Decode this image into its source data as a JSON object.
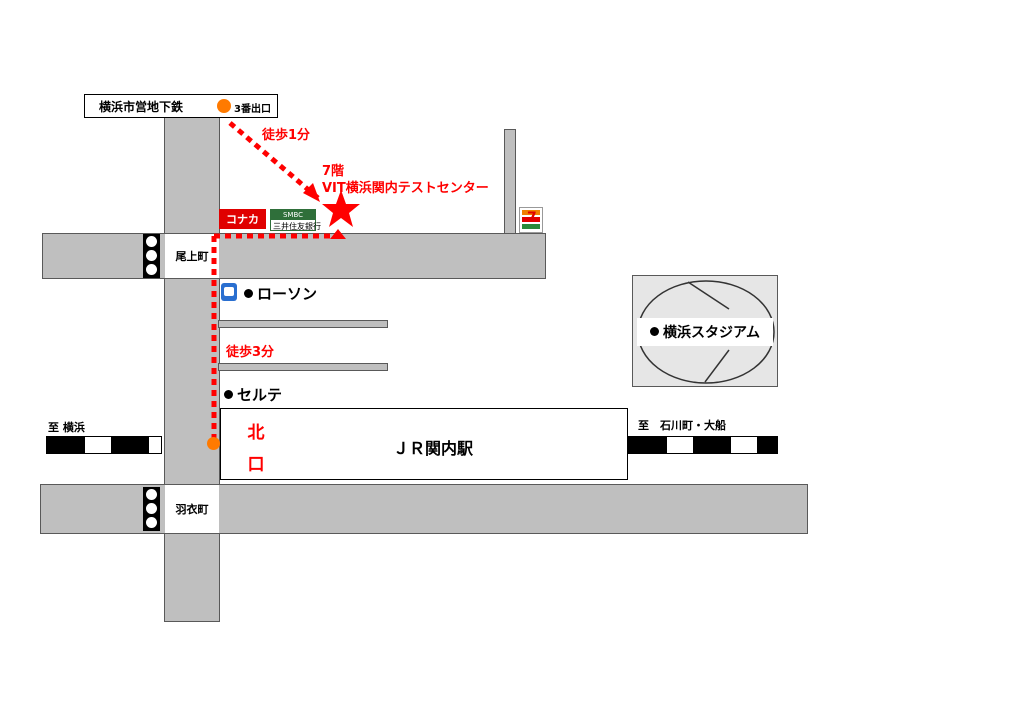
{
  "subway": {
    "line_label": "横浜市営地下鉄",
    "exit_label": "3番出口"
  },
  "routes": {
    "walk_1min": "徒歩1分",
    "walk_3min": "徒歩3分"
  },
  "destination": {
    "floor": "7階",
    "name": "VIT横浜関内テストセンター"
  },
  "landmarks": {
    "konaka": "コナカ",
    "smbc_logo": "SMBC",
    "smbc_name": "三井住友銀行",
    "lawson": "ローソン",
    "serte": "セルテ",
    "stadium": "横浜スタジアム",
    "seven_eleven": "7-ELEVEN"
  },
  "intersections": {
    "onoe": "尾上町",
    "hagoromo": "羽衣町"
  },
  "station": {
    "name": "ＪＲ関内駅",
    "exit_chars": [
      "北",
      "口"
    ]
  },
  "directions": {
    "left": "至 横浜",
    "right": "至　石川町・大船"
  },
  "colors": {
    "route": "#ff0000",
    "exit_marker": "#ff7a00",
    "road": "#bfbfbf",
    "konaka_bg": "#e00000",
    "smbc_green": "#2f6f3a"
  }
}
